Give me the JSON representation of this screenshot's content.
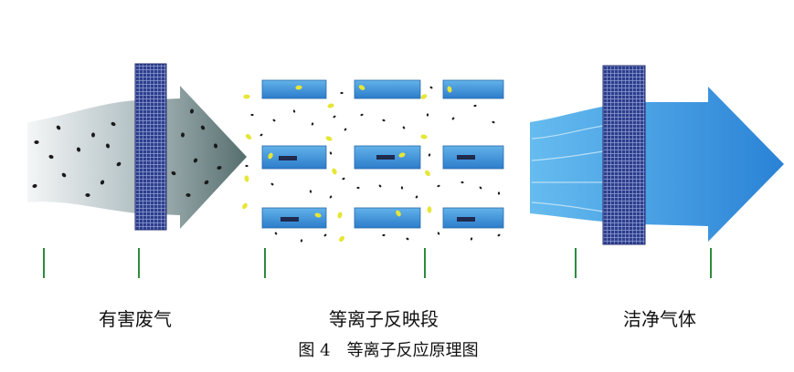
{
  "labels": {
    "harmful_gas": "有害废气",
    "plasma_section": "等离子反映段",
    "clean_gas": "洁净气体"
  },
  "caption": "图 4　等离子反应原理图",
  "colors": {
    "filter": "#2f3d8c",
    "filter_grid": "#8d9fd6",
    "plate_top": "#62b2ea",
    "plate_bottom": "#2c7ccb",
    "tick": "#2e8b3e",
    "particle_yellow": "#e6e636",
    "particle_black": "#1b1b1b",
    "dirty_arrow_light": "#f2f4f5",
    "dirty_arrow_dark": "#566e6e",
    "clean_arrow_light": "#62b8ee",
    "clean_arrow_dark": "#2a82d6",
    "core_block": "#1e2a4e"
  },
  "icons": {
    "filter_mesh": "filter-mesh-icon",
    "gas_flow_arrow": "arrow-right-icon"
  }
}
